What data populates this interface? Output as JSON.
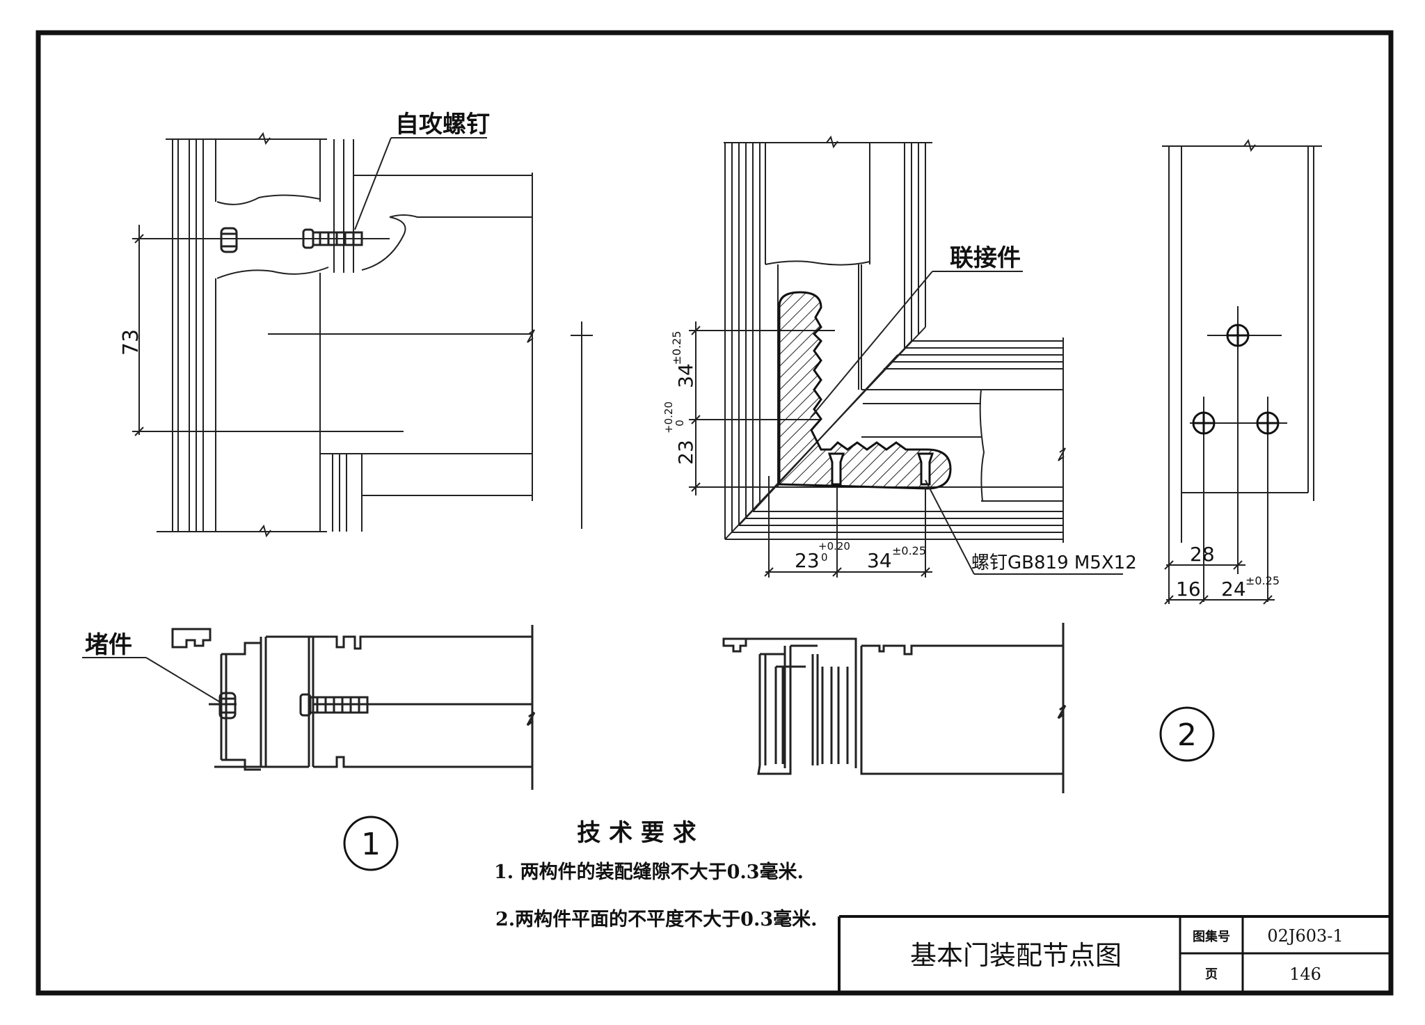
{
  "drawing": {
    "detail1": {
      "callout_screw": "自攻螺钉",
      "callout_insert": "堵件",
      "dim_vertical": "73",
      "marker": "1"
    },
    "detail2": {
      "callout_connector": "联接件",
      "callout_screw": "螺钉GB819  M5X12",
      "dim_upper_34": "34",
      "dim_upper_34_tol": "±0.25",
      "dim_upper_23": "23",
      "dim_upper_23_tol_plus": "+0.20",
      "dim_upper_23_tol_zero": "0",
      "dim_lower_23": "23",
      "dim_lower_23_tol_plus": "+0.20",
      "dim_lower_23_tol_zero": "0",
      "dim_lower_34": "34",
      "dim_lower_34_tol": "±0.25",
      "dim_28": "28",
      "dim_16": "16",
      "dim_24": "24",
      "dim_24_tol": "±0.25",
      "marker": "2"
    },
    "requirements": {
      "heading": "技 术 要 求",
      "item1": "1. 两构件的装配缝隙不大于0.3毫米.",
      "item2": "2.两构件平面的不平度不大于0.3毫米."
    },
    "title_block": {
      "title": "基本门装配节点图",
      "atlas_label": "图集号",
      "atlas_value": "02J603-1",
      "page_label": "页",
      "page_value": "146"
    }
  }
}
